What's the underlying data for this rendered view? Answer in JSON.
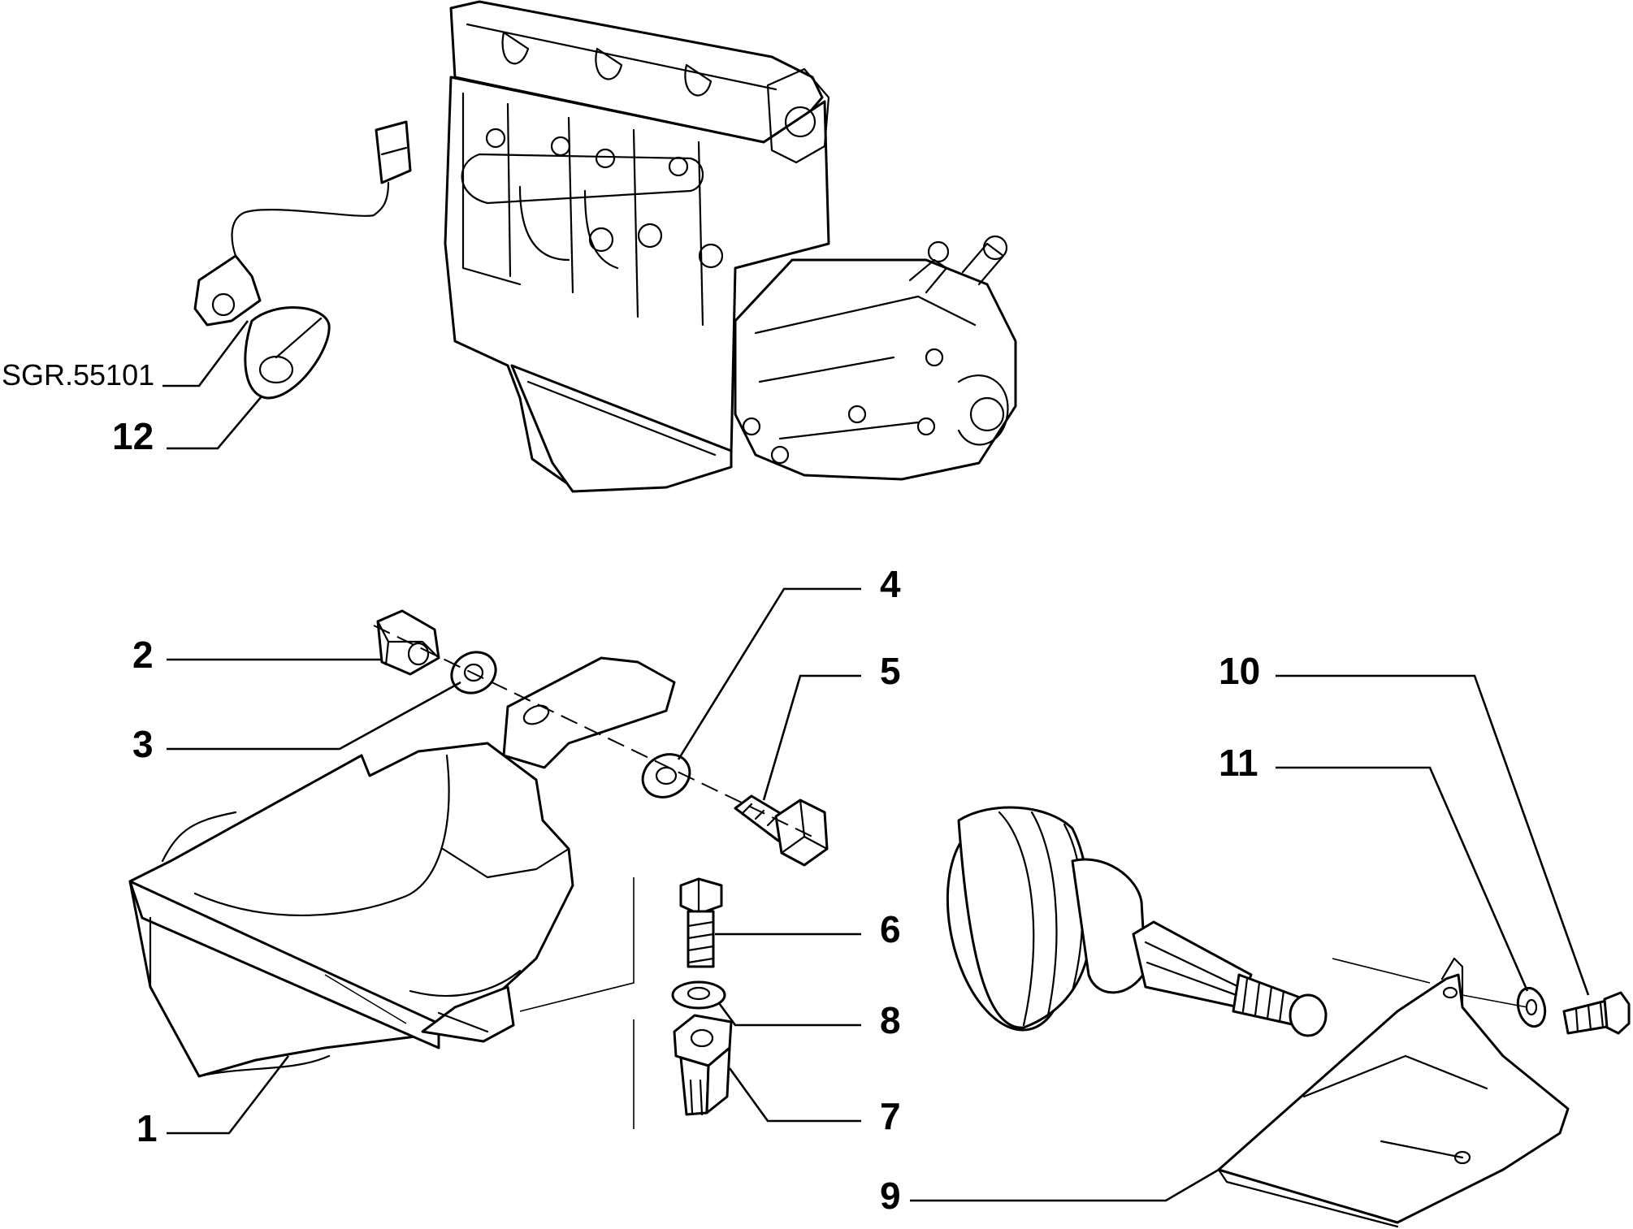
{
  "diagram": {
    "reference_code": "SGR.55101",
    "callouts": [
      {
        "id": "1",
        "label": "1"
      },
      {
        "id": "2",
        "label": "2"
      },
      {
        "id": "3",
        "label": "3"
      },
      {
        "id": "4",
        "label": "4"
      },
      {
        "id": "5",
        "label": "5"
      },
      {
        "id": "6",
        "label": "6"
      },
      {
        "id": "7",
        "label": "7"
      },
      {
        "id": "8",
        "label": "8"
      },
      {
        "id": "9",
        "label": "9"
      },
      {
        "id": "10",
        "label": "10"
      },
      {
        "id": "11",
        "label": "11"
      },
      {
        "id": "12",
        "label": "12"
      }
    ]
  }
}
